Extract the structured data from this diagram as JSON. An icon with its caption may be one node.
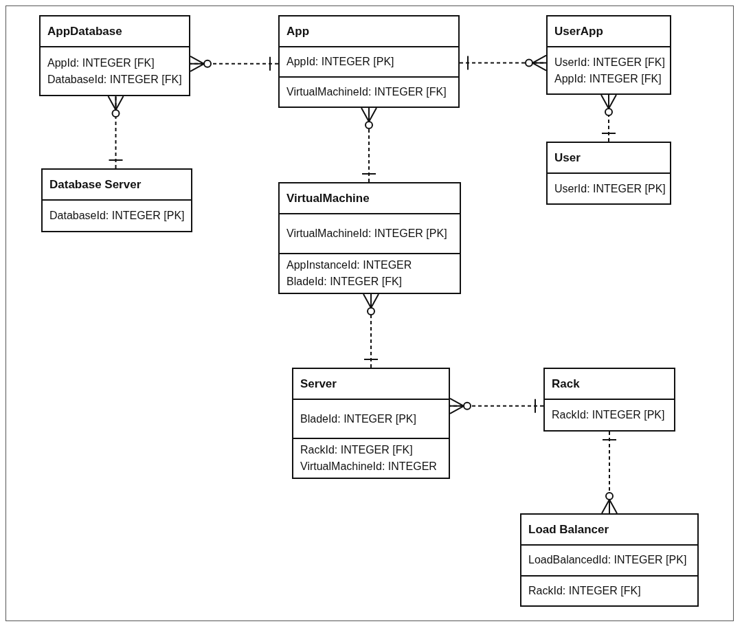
{
  "diagram": {
    "nodes": [
      {
        "text": [
          "AppDatabase",
          "AppId: INTEGER [FK]",
          "DatabaseId: INTEGER [FK]"
        ]
      },
      {
        "text": [
          "App",
          "AppId: INTEGER [PK]",
          "VirtualMachineId: INTEGER [FK]"
        ]
      },
      {
        "text": [
          "UserApp",
          "UserId: INTEGER [FK]",
          "AppId: INTEGER [FK]"
        ]
      },
      {
        "text": [
          "Database Server",
          "DatabaseId: INTEGER [PK]"
        ]
      },
      {
        "text": [
          "User",
          "UserId: INTEGER [PK]"
        ]
      },
      {
        "text": [
          "VirtualMachine",
          "VirtualMachineId: INTEGER [PK]",
          "AppInstanceId: INTEGER",
          "BladeId: INTEGER [FK]"
        ]
      },
      {
        "text": [
          "Server",
          "BladeId: INTEGER [PK]",
          "RackId: INTEGER [FK]",
          "VirtualMachineId: INTEGER"
        ]
      },
      {
        "text": [
          "Rack",
          "RackId: INTEGER [PK]"
        ]
      },
      {
        "text": [
          "Load Balancer",
          "LoadBalancedId: INTEGER [PK]",
          "RackId: INTEGER [FK]"
        ]
      }
    ],
    "edges": [
      {
        "from": 1,
        "to": 0,
        "arrow": "other",
        "style": "dashed"
      },
      {
        "from": 1,
        "to": 2,
        "arrow": "other",
        "style": "dashed"
      },
      {
        "from": 3,
        "to": 0,
        "arrow": "other",
        "style": "dashed"
      },
      {
        "from": 4,
        "to": 2,
        "arrow": "other",
        "style": "dashed"
      },
      {
        "from": 5,
        "to": 1,
        "arrow": "other",
        "style": "dashed"
      },
      {
        "from": 6,
        "to": 5,
        "arrow": "other",
        "style": "dashed"
      },
      {
        "from": 7,
        "to": 6,
        "arrow": "other",
        "style": "dashed"
      },
      {
        "from": 7,
        "to": 8,
        "arrow": "other",
        "style": "dashed"
      }
    ]
  }
}
